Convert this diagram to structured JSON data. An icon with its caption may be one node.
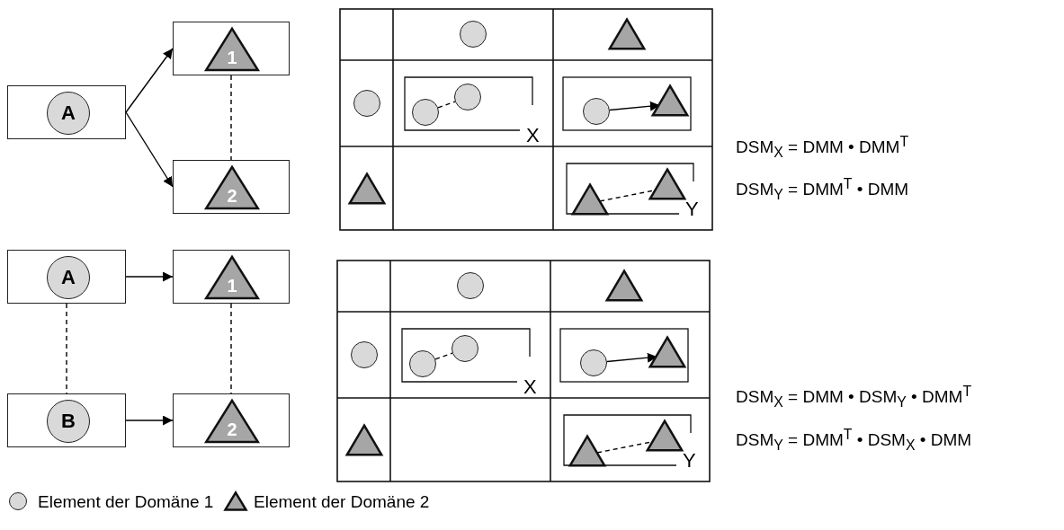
{
  "diagram": {
    "nodes": [
      {
        "text": [],
        "shape": "box"
      },
      {
        "text": [
          "A"
        ],
        "in": 0
      },
      {
        "text": [],
        "shape": "box"
      },
      {
        "text": [
          "1"
        ],
        "in": 2
      },
      {
        "text": [],
        "shape": "box"
      },
      {
        "text": [
          "2"
        ],
        "in": 4
      },
      {
        "text": [],
        "shape": "circle"
      },
      {
        "text": [],
        "shape": "triangle"
      },
      {
        "text": [],
        "shape": "circle"
      },
      {
        "text": [],
        "shape": "circle"
      },
      {
        "text": [],
        "shape": "circle"
      },
      {
        "text": [],
        "shape": "circle"
      },
      {
        "text": [],
        "shape": "triangle"
      },
      {
        "text": [],
        "shape": "triangle"
      },
      {
        "text": [],
        "shape": "triangle"
      },
      {
        "text": [],
        "shape": "triangle"
      },
      {
        "text": [],
        "shape": "box"
      },
      {
        "text": [
          "A"
        ],
        "in": 16
      },
      {
        "text": [],
        "shape": "box"
      },
      {
        "text": [
          "1"
        ],
        "in": 18
      },
      {
        "text": [],
        "shape": "box"
      },
      {
        "text": [
          "B"
        ],
        "in": 20
      },
      {
        "text": [],
        "shape": "box"
      },
      {
        "text": [
          "2"
        ],
        "in": 22
      },
      {
        "text": [],
        "shape": "circle"
      },
      {
        "text": [],
        "shape": "triangle"
      },
      {
        "text": [],
        "shape": "circle"
      },
      {
        "text": [],
        "shape": "circle"
      },
      {
        "text": [],
        "shape": "circle"
      },
      {
        "text": [],
        "shape": "circle"
      },
      {
        "text": [],
        "shape": "triangle"
      },
      {
        "text": [],
        "shape": "triangle"
      },
      {
        "text": [],
        "shape": "triangle"
      },
      {
        "text": [],
        "shape": "triangle"
      }
    ],
    "edges": [
      {
        "from": 0,
        "to": 2,
        "arrow": "to"
      },
      {
        "from": 0,
        "to": 4,
        "arrow": "to"
      },
      {
        "from": 2,
        "to": 4,
        "arrow": "none",
        "style": "dashed"
      },
      {
        "from": 9,
        "to": 10,
        "arrow": "none",
        "style": "dashed"
      },
      {
        "from": 11,
        "to": 12,
        "arrow": "to"
      },
      {
        "from": 14,
        "to": 15,
        "arrow": "none",
        "style": "dashed"
      },
      {
        "from": 16,
        "to": 18,
        "arrow": "to"
      },
      {
        "from": 20,
        "to": 22,
        "arrow": "to"
      },
      {
        "from": 16,
        "to": 20,
        "arrow": "none",
        "style": "dashed"
      },
      {
        "from": 18,
        "to": 22,
        "arrow": "none",
        "style": "dashed"
      },
      {
        "from": 27,
        "to": 28,
        "arrow": "none",
        "style": "dashed"
      },
      {
        "from": 29,
        "to": 30,
        "arrow": "to"
      },
      {
        "from": 32,
        "to": 33,
        "arrow": "none",
        "style": "dashed"
      }
    ],
    "labels": [
      "X",
      "Y",
      "DSM$_{X}$ = DMM • DMM$^{T}$",
      "DSM$_{Y}$ = DMM$^{T}$ • DMM",
      "X",
      "Y",
      "DSM$_{X}$ = DMM • DSM$_{Y}$ • DMM$^{T}$",
      "DSM$_{Y}$ = DMM$^{T}$ • DSM$_{X}$ • DMM"
    ],
    "legend": [
      {
        "text": "Element der Domäne 1"
      },
      {
        "text": "Element der Domäne 2"
      }
    ]
  }
}
